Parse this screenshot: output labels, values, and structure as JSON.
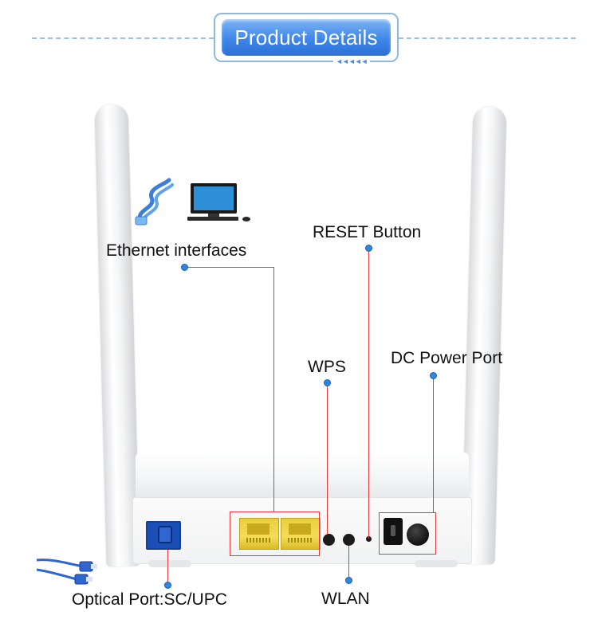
{
  "header": {
    "title": "Product Details",
    "accent_color": "#3d86ea"
  },
  "labels": {
    "ethernet": "Ethernet interfaces",
    "reset": "RESET Button",
    "wps": "WPS",
    "dc_power": "DC Power Port",
    "optical": "Optical Port:SC/UPC",
    "wlan": "WLAN"
  },
  "icons": [
    "ethernet-cable-icon",
    "desktop-monitor-icon",
    "fiber-cable-icon"
  ],
  "colors": {
    "callout_line": "#e23b3b",
    "callout_dot": "#2e86de"
  }
}
